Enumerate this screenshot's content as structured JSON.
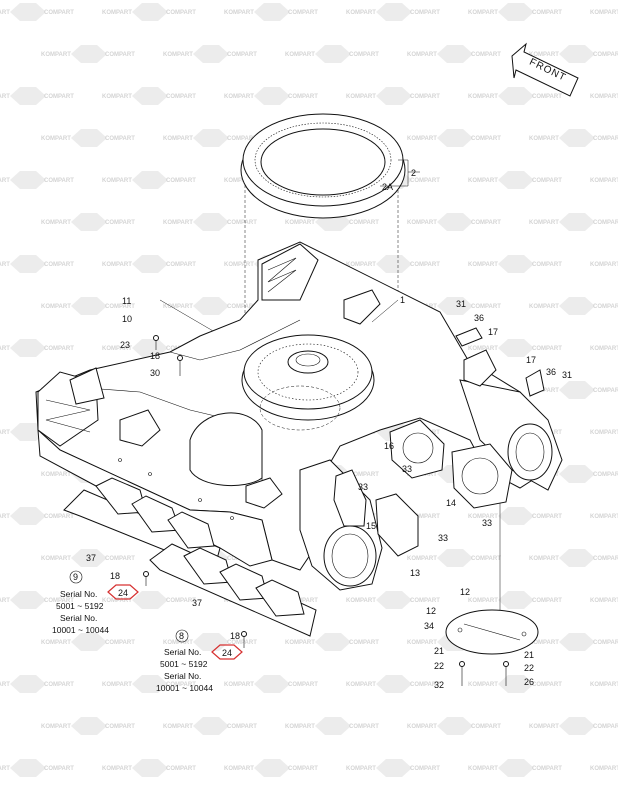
{
  "watermark": {
    "brand_a": "KOMPART",
    "brand_b": "COMPART"
  },
  "direction": {
    "label": "FRONT"
  },
  "callouts": {
    "c1": "1",
    "c2": "2",
    "c2a": "2A",
    "c8": "8",
    "c9": "9",
    "c10": "10",
    "c11": "11",
    "c12a": "12",
    "c12b": "12",
    "c13": "13",
    "c14": "14",
    "c15": "15",
    "c16": "16",
    "c17a": "17",
    "c17b": "17",
    "c18a": "18",
    "c18b": "18",
    "c18c": "18",
    "c21a": "21",
    "c21b": "21",
    "c22a": "22",
    "c22b": "22",
    "c23": "23",
    "c24a": "24",
    "c24b": "24",
    "c26": "26",
    "c30": "30",
    "c31a": "31",
    "c31b": "31",
    "c32": "32",
    "c33a": "33",
    "c33b": "33",
    "c33c": "33",
    "c33d": "33",
    "c34": "34",
    "c36a": "36",
    "c36b": "36",
    "c37a": "37",
    "c37b": "37"
  },
  "serial_notes": [
    {
      "line1": "Serial No.",
      "line2": "5001 ~ 5192",
      "line3": "Serial No.",
      "line4": "10001 ~ 10044"
    },
    {
      "line1": "Serial No.",
      "line2": "5001 ~ 5192",
      "line3": "Serial No.",
      "line4": "10001 ~ 10044"
    }
  ],
  "colors": {
    "line": "#111111",
    "highlight": "#d63030",
    "watermark": "#d4d4d4"
  }
}
